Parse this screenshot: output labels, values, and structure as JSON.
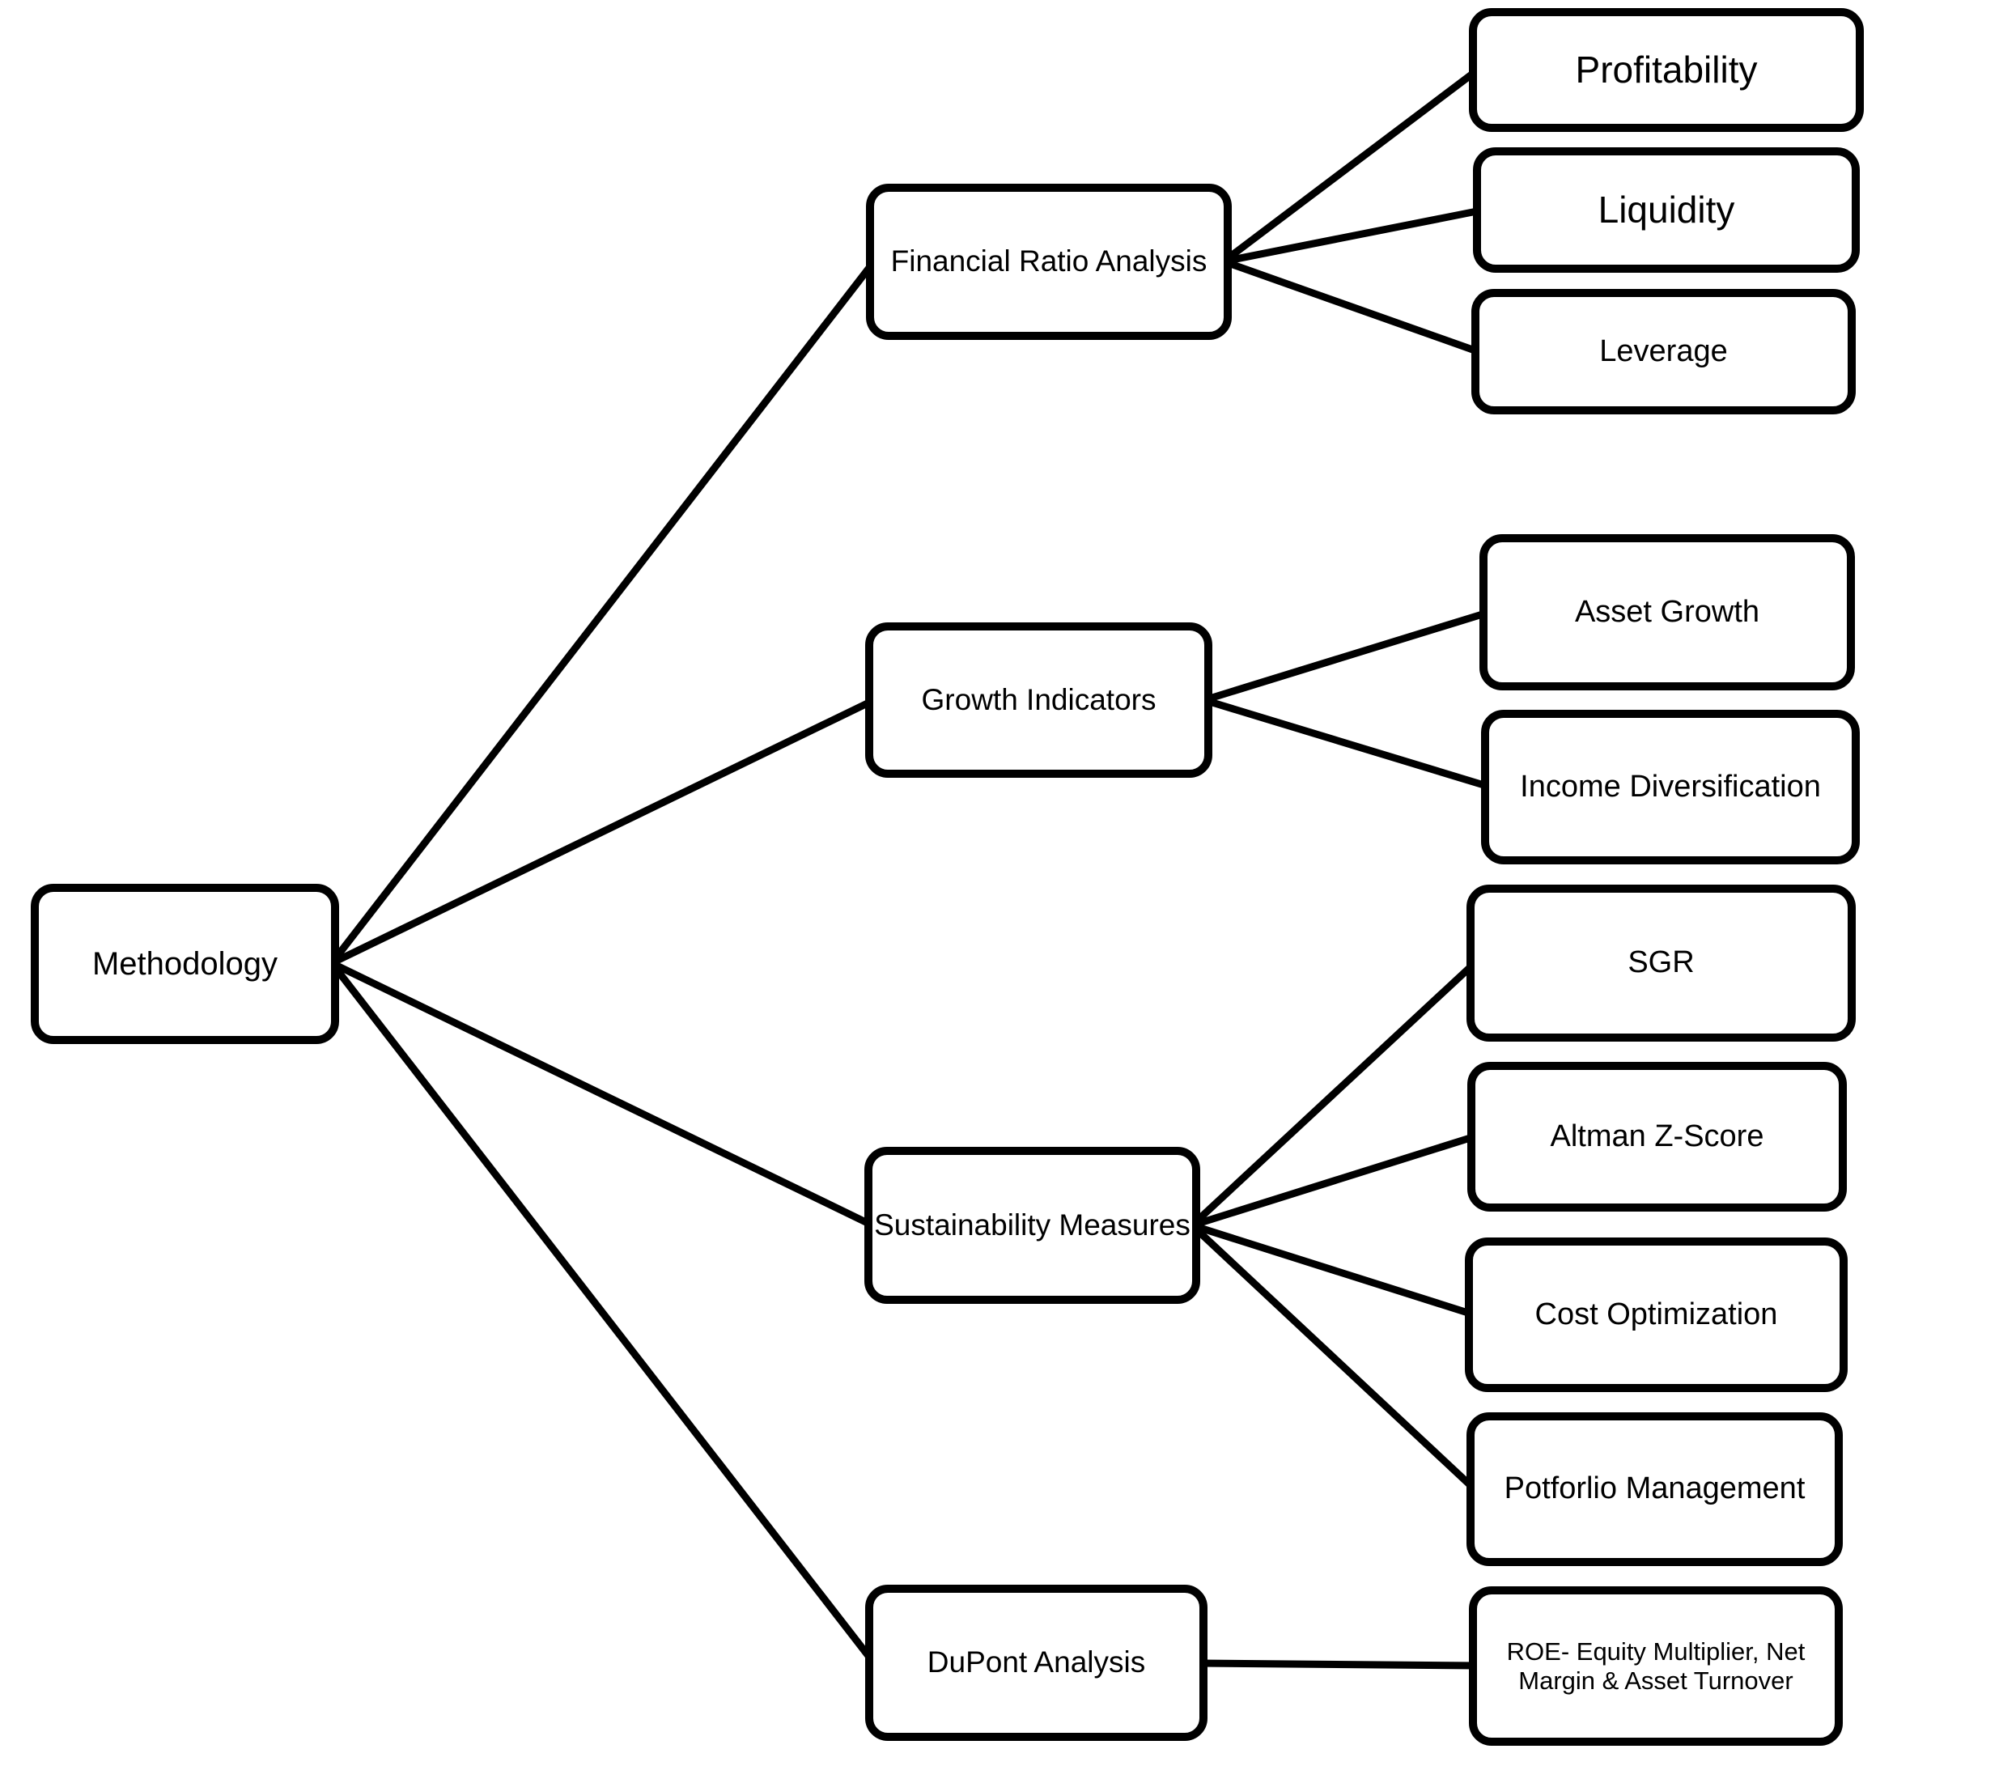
{
  "diagram": {
    "root": {
      "label": "Methodology"
    },
    "branches": [
      {
        "label": "Financial Ratio Analysis",
        "children": [
          {
            "label": "Profitability"
          },
          {
            "label": "Liquidity"
          },
          {
            "label": "Leverage"
          }
        ]
      },
      {
        "label": "Growth Indicators",
        "children": [
          {
            "label": "Asset Growth"
          },
          {
            "label": "Income Diversification"
          }
        ]
      },
      {
        "label": "Sustainability Measures",
        "children": [
          {
            "label": "SGR"
          },
          {
            "label": "Altman Z-Score"
          },
          {
            "label": "Cost Optimization"
          },
          {
            "label": "Potforlio Management"
          }
        ]
      },
      {
        "label": "DuPont Analysis",
        "children": [
          {
            "label": "ROE- Equity Multiplier, Net Margin & Asset Turnover"
          }
        ]
      }
    ],
    "colors": {
      "background": "#ffffff",
      "box_fill": "#ffffff",
      "box_border": "#000000",
      "line": "#000000",
      "text": "#000000"
    }
  }
}
